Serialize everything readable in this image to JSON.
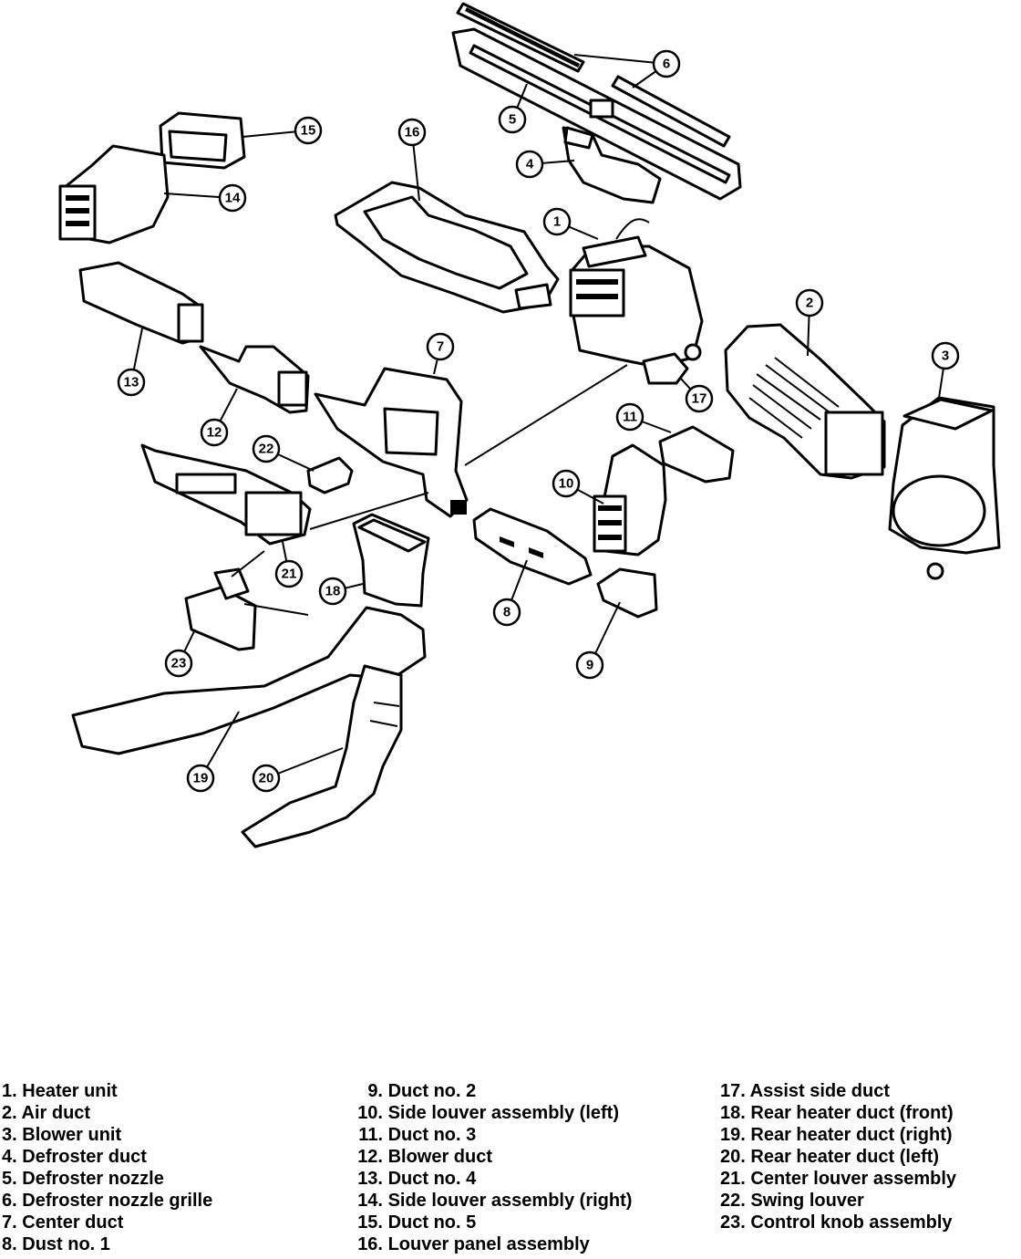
{
  "callouts": [
    "1",
    "2",
    "3",
    "4",
    "5",
    "6",
    "7",
    "8",
    "9",
    "10",
    "11",
    "12",
    "13",
    "14",
    "15",
    "16",
    "17",
    "18",
    "19",
    "20",
    "21",
    "22",
    "23"
  ],
  "legend": {
    "col1": [
      {
        "num": "1.",
        "text": "Heater unit"
      },
      {
        "num": "2.",
        "text": "Air duct"
      },
      {
        "num": "3.",
        "text": "Blower unit"
      },
      {
        "num": "4.",
        "text": "Defroster duct"
      },
      {
        "num": "5.",
        "text": "Defroster nozzle"
      },
      {
        "num": "6.",
        "text": "Defroster nozzle grille"
      },
      {
        "num": "7.",
        "text": "Center duct"
      },
      {
        "num": "8.",
        "text": "Dust no. 1"
      }
    ],
    "col2": [
      {
        "num": "9.",
        "text": "Duct no. 2"
      },
      {
        "num": "10.",
        "text": "Side louver assembly (left)"
      },
      {
        "num": "11.",
        "text": "Duct no. 3"
      },
      {
        "num": "12.",
        "text": "Blower duct"
      },
      {
        "num": "13.",
        "text": "Duct no. 4"
      },
      {
        "num": "14.",
        "text": "Side louver assembly (right)"
      },
      {
        "num": "15.",
        "text": "Duct no. 5"
      },
      {
        "num": "16.",
        "text": "Louver panel assembly"
      }
    ],
    "col3": [
      {
        "num": "17.",
        "text": "Assist side duct"
      },
      {
        "num": "18.",
        "text": "Rear heater duct (front)"
      },
      {
        "num": "19.",
        "text": "Rear heater duct (right)"
      },
      {
        "num": "20.",
        "text": "Rear heater duct (left)"
      },
      {
        "num": "21.",
        "text": "Center louver assembly"
      },
      {
        "num": "22.",
        "text": "Swing louver"
      },
      {
        "num": "23.",
        "text": "Control knob assembly"
      }
    ]
  }
}
